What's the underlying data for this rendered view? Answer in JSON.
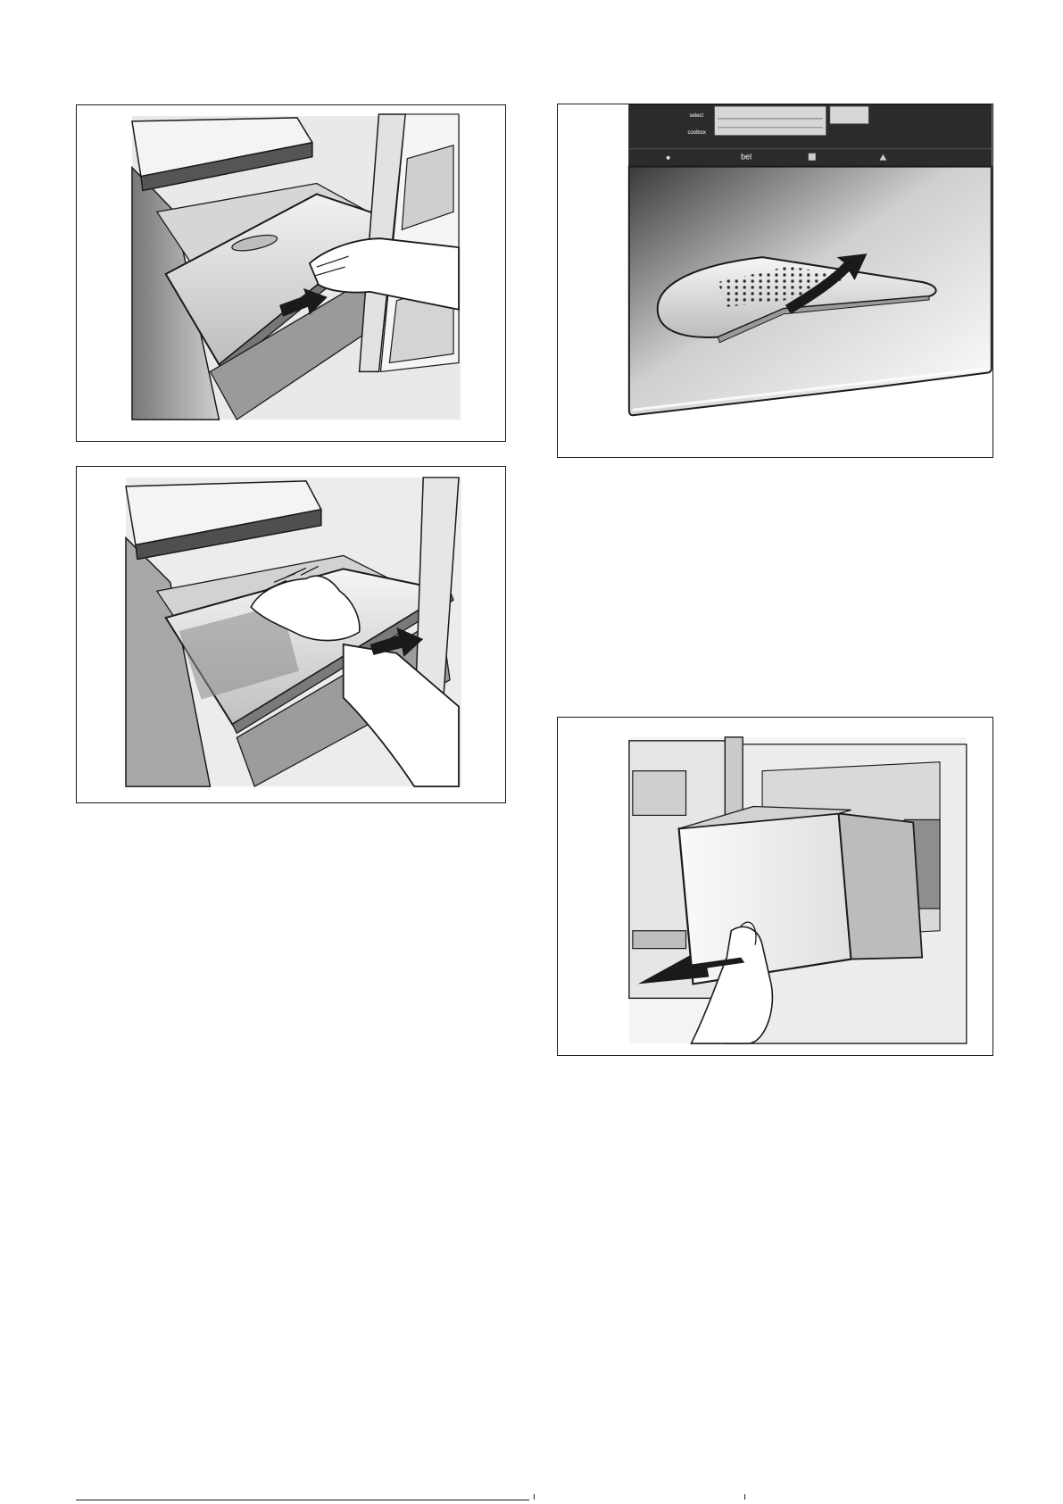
{
  "figures": {
    "shelf_pull": {
      "arrow_direction": "right-down"
    },
    "plate_pull": {
      "arrow_direction": "right-down"
    },
    "cover_lift": {
      "panel_labels": {
        "select": "select",
        "cooling": "coolbox",
        "brand": "bel"
      },
      "arrow_direction": "up-right"
    },
    "box_pull": {
      "arrow_direction": "left-down"
    }
  },
  "colors": {
    "line": "#1a1a1a",
    "panel_dark": "#2b2b2b",
    "shelf_gray": "#c9c9c9",
    "shadow_gray": "#8f8f8f"
  }
}
